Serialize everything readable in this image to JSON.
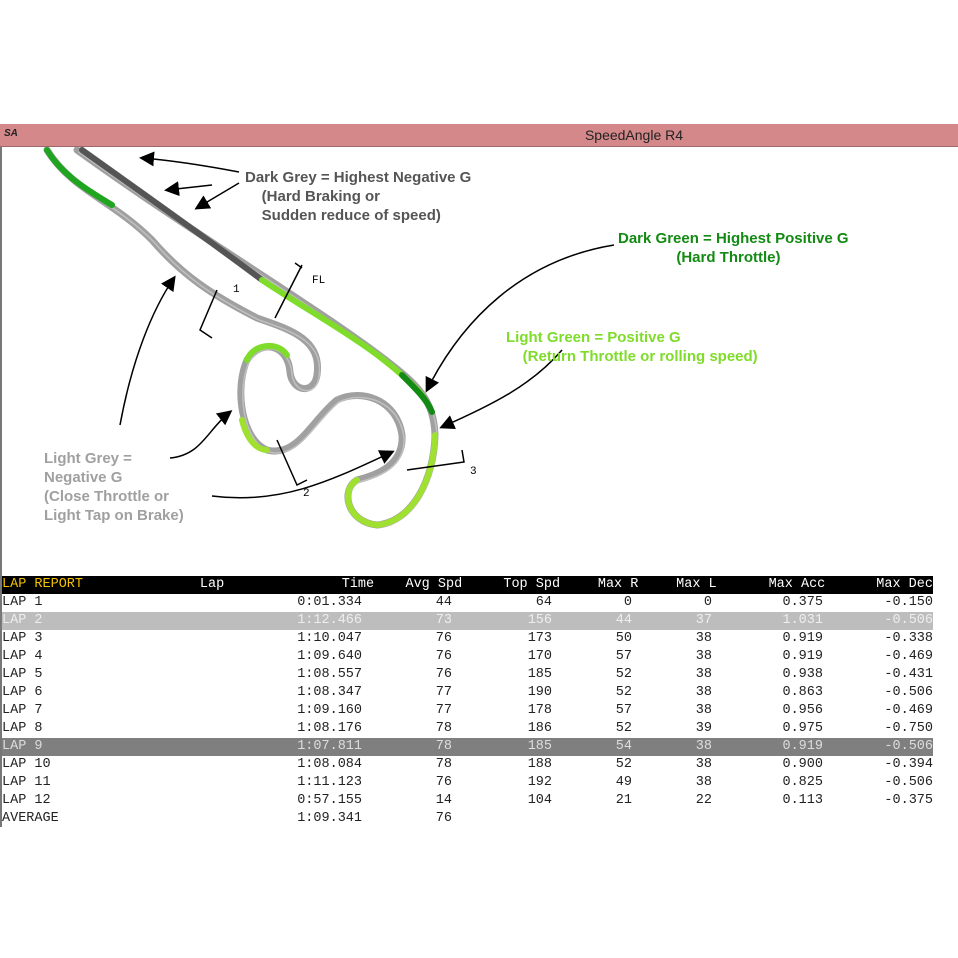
{
  "window": {
    "title": "SpeedAngle R4",
    "logo": "SA"
  },
  "map": {
    "markers": {
      "fl": "FL",
      "m1": "1",
      "m2": "2",
      "m3": "3"
    },
    "legend": {
      "dark_grey": "Dark Grey = Highest Negative G\n    (Hard Braking or\n    Sudden reduce of speed)",
      "dark_green": "Dark Green = Highest Positive G\n              (Hard Throttle)",
      "light_green": "Light Green = Positive G\n    (Return Throttle or rolling speed)",
      "light_grey": "Light Grey =\nNegative G\n(Close Throttle or\nLight Tap on Brake)"
    },
    "colors": {
      "dark_grey": "#555555",
      "dark_green": "#138a13",
      "light_green": "#7fdc2a",
      "light_grey": "#a0a0a0"
    }
  },
  "table": {
    "headers": [
      "LAP REPORT",
      "Lap",
      "Time",
      "Avg Spd",
      "Top Spd",
      "Max R",
      "Max L",
      "Max Acc",
      "Max Dec"
    ],
    "rows": [
      [
        "LAP  1",
        "0:01.334",
        "44",
        "64",
        "0",
        "0",
        "0.375",
        "-0.150"
      ],
      [
        "LAP  2",
        "1:12.466",
        "73",
        "156",
        "44",
        "37",
        "1.031",
        "-0.506"
      ],
      [
        "LAP  3",
        "1:10.047",
        "76",
        "173",
        "50",
        "38",
        "0.919",
        "-0.338"
      ],
      [
        "LAP  4",
        "1:09.640",
        "76",
        "170",
        "57",
        "38",
        "0.919",
        "-0.469"
      ],
      [
        "LAP  5",
        "1:08.557",
        "76",
        "185",
        "52",
        "38",
        "0.938",
        "-0.431"
      ],
      [
        "LAP  6",
        "1:08.347",
        "77",
        "190",
        "52",
        "38",
        "0.863",
        "-0.506"
      ],
      [
        "LAP  7",
        "1:09.160",
        "77",
        "178",
        "57",
        "38",
        "0.956",
        "-0.469"
      ],
      [
        "LAP  8",
        "1:08.176",
        "78",
        "186",
        "52",
        "39",
        "0.975",
        "-0.750"
      ],
      [
        "LAP  9",
        "1:07.811",
        "78",
        "185",
        "54",
        "38",
        "0.919",
        "-0.506"
      ],
      [
        "LAP 10",
        "1:08.084",
        "78",
        "188",
        "52",
        "38",
        "0.900",
        "-0.394"
      ],
      [
        "LAP 11",
        "1:11.123",
        "76",
        "192",
        "49",
        "38",
        "0.825",
        "-0.506"
      ],
      [
        "LAP 12",
        "0:57.155",
        "14",
        "104",
        "21",
        "22",
        "0.113",
        "-0.375"
      ],
      [
        "AVERAGE",
        "1:09.341",
        "76",
        "",
        "",
        "",
        "",
        ""
      ]
    ]
  }
}
